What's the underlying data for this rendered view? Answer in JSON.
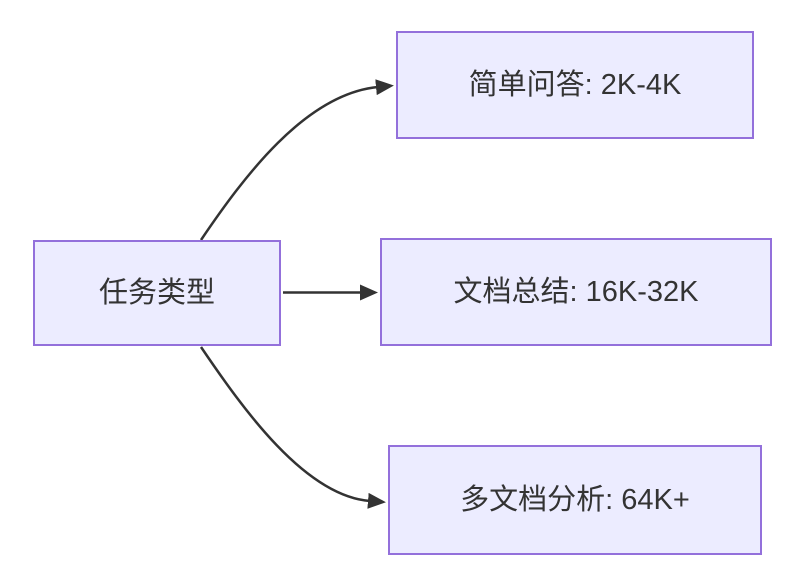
{
  "diagram": {
    "type": "flowchart-left-to-right",
    "root": {
      "label": "任务类型"
    },
    "nodes": [
      {
        "id": "simple-qa",
        "label": "简单问答: 2K-4K"
      },
      {
        "id": "doc-summary",
        "label": "文档总结: 16K-32K"
      },
      {
        "id": "multi-doc",
        "label": "多文档分析: 64K+"
      }
    ],
    "edges": [
      {
        "from": "任务类型",
        "to": "简单问答: 2K-4K"
      },
      {
        "from": "任务类型",
        "to": "文档总结: 16K-32K"
      },
      {
        "from": "任务类型",
        "to": "多文档分析: 64K+"
      }
    ],
    "colors": {
      "node_fill": "#ECECFF",
      "node_border": "#9370DB",
      "edge_stroke": "#333333",
      "text": "#333333",
      "background": "#FFFFFF"
    }
  }
}
